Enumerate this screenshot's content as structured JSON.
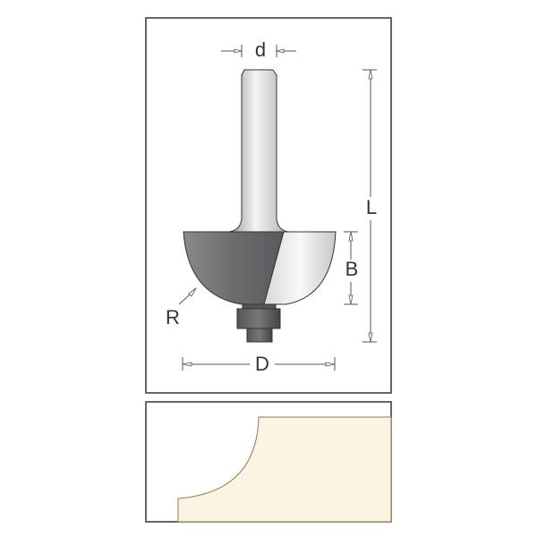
{
  "labels": {
    "shank_diameter": "d",
    "overall_length": "L",
    "cutting_height": "B",
    "cutting_diameter": "D",
    "radius": "R"
  },
  "colors": {
    "frame": "#333333",
    "profile_fill": "#fdf3e3",
    "profile_stroke": "#8b7d50",
    "bit_dark": "#6f6f72",
    "bit_light": "#e8e8e8"
  }
}
